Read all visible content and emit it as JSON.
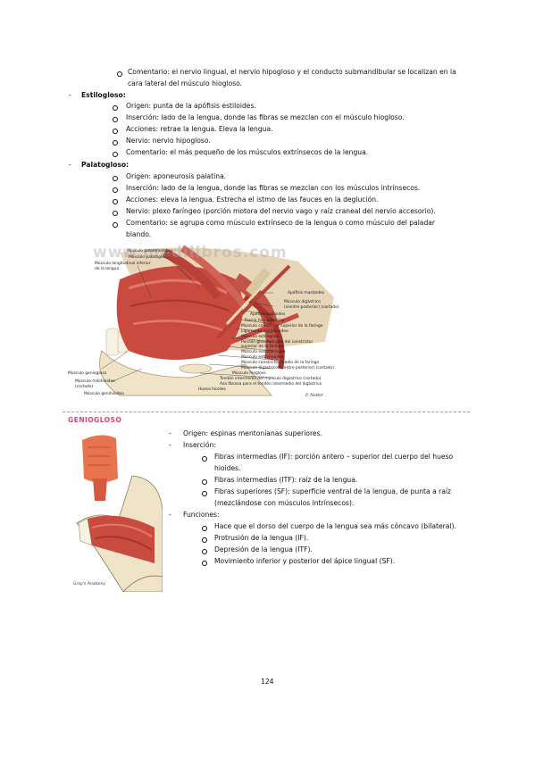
{
  "top_comment": {
    "line1": "Comentario: el nervio lingual, el nervio hipogloso y el conducto submandibular se localizan en la",
    "line2": "cara lateral del músculo hiogloso."
  },
  "estilogloso": {
    "title": "Estilogloso:",
    "items": [
      "Origen: punta de la apófisis estiloides.",
      "Inserción: lado de la lengua, donde las fibras se mezclan con el músculo hiogloso.",
      "Acciones: retrae la lengua. Eleva la lengua.",
      "Nervio: nervio hipogloso.",
      "Comentario: el más pequeño de los músculos extrínsecos de la lengua."
    ]
  },
  "palatogloso": {
    "title": "Palatogloso:",
    "items": [
      "Origen: aponeurosis palatina.",
      "Inserción: lado de la lengua, donde las fibras se mezclan con los músculos intrínsecos.",
      "Acciones: eleva la lengua. Estrecha el istmo de las fauces en la deglución.",
      "Nervio: plexo faríngeo (porción motora del nervio vago y raíz craneal del nervio accesorio)."
    ],
    "comment_line1": "Comentario: se agrupa como músculo extrínseco de la lengua o como músculo del paladar",
    "comment_line2": "blando."
  },
  "figure1": {
    "watermark": "www.medilibros.com",
    "labels_left": [
      "Músculo palatofaríngeo",
      "Músculo palatogloso",
      "Músculo longitudinal inferior",
      "de la lengua"
    ],
    "labels_right": [
      "Apófisis mastoides",
      "Músculo digástrico",
      "(vientre posterior) (cortado)",
      "Apófisis estiloides",
      "Fascia faringobasilar",
      "Músculo constrictor superior de la faringe",
      "Ligamento estilohioideo",
      "Músculo estilogloso",
      "Porción glosofaríngea del constrictor",
      "superior de la faringe",
      "Músculo estilofaríngeo",
      "Músculo estilohioideo",
      "Músculo constrictor medio de la faringe",
      "Músculo digástrico (vientre posterior) (cortado)",
      "Músculo hiogloso",
      "Tendón intermedio del músculo digástrico (cortado)",
      "Asa fibrosa para el tendón intermedio del digástrico",
      "Hueso hioides"
    ],
    "labels_bottom_left": [
      "Músculo geniogloso",
      "Músculo milohioideo",
      "(cortado)",
      "Músculo genihioideo"
    ],
    "signature": "F. Netter"
  },
  "geniogloso": {
    "title": "GENIOGLOSO",
    "origen": "Origen: espinas mentonianas superiores.",
    "insercion": "Inserción:",
    "insercion_items": [
      {
        "l1": "Fibras intermedias (IF): porción antero – superior del cuerpo del hueso",
        "l2": "hioides."
      },
      {
        "l1": "Fibras intermedias (ITF): raíz de la lengua.",
        "l2": ""
      },
      {
        "l1": "Fibras superiores (SF): superficie ventral de la lengua, de punta a raíz",
        "l2": "(mezclándose con músculos intrínsecos)."
      }
    ],
    "funciones": "Funciones:",
    "funciones_items": [
      "Hace que el dorso del cuerpo de la lengua sea más cóncavo (bilateral).",
      "Protrusión de la lengua (IF).",
      "Depresión de la lengua (ITF).",
      "Movimiento inferior y posterior del ápice lingual (SF)."
    ],
    "figure_caption": "Gray's Anatomy"
  },
  "page_number": "124",
  "colors": {
    "accent": "#d4467a",
    "muscle": "#c94a3f",
    "dash": "#e37aa0"
  }
}
